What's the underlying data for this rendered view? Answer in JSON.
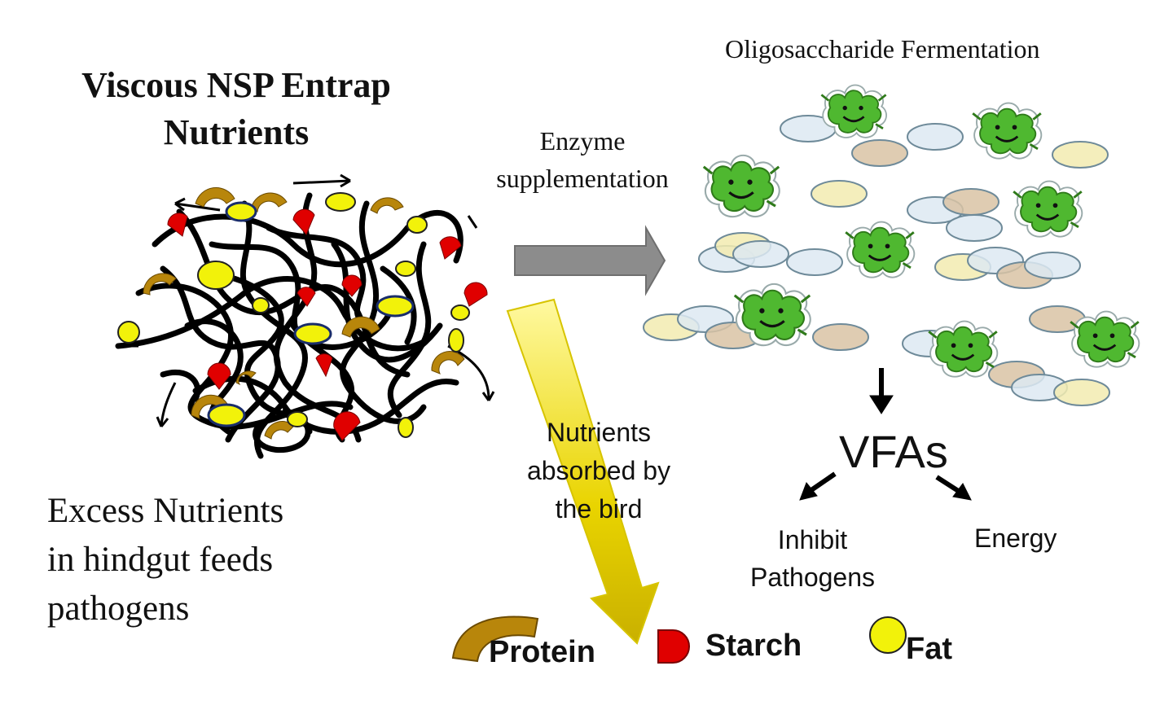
{
  "title": {
    "line1": "Viscous NSP Entrap",
    "line2": "Nutrients"
  },
  "excess_text": {
    "line1": "Excess Nutrients",
    "line2": "in hindgut feeds",
    "line3": "pathogens"
  },
  "enzyme_label": {
    "line1": "Enzyme",
    "line2": "supplementation"
  },
  "absorbed_label": {
    "line1": "Nutrients",
    "line2": "absorbed by",
    "line3": "the bird"
  },
  "fermentation_label": "Oligosaccharide Fermentation",
  "vfas_label": "VFAs",
  "outcomes": {
    "inhibit": {
      "line1": "Inhibit",
      "line2": "Pathogens"
    },
    "energy": "Energy"
  },
  "legend": {
    "protein": "Protein",
    "starch": "Starch",
    "fat": "Fat"
  },
  "colors": {
    "protein": "#b8860b",
    "starch": "#e00000",
    "fat": "#f2f20a",
    "enzyme_arrow": "#8c8c8c",
    "absorb_arrow": "#e6d300",
    "bacteria": "#4fb830",
    "fiber": "#000000"
  }
}
